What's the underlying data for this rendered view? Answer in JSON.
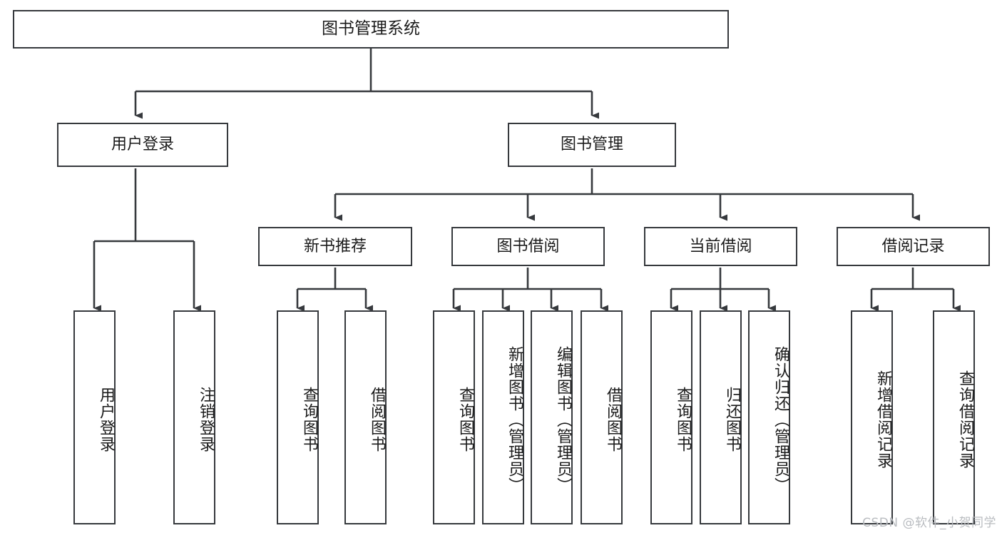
{
  "diagram": {
    "title": "图书管理系统",
    "type": "tree-hierarchy-chart",
    "background_color": "#ffffff",
    "border_color": "#36393d",
    "text_color": "#1b1b1b",
    "watermark": "CSDN @软件_小贺同学"
  },
  "nodes": {
    "root": {
      "label": "图书管理系统"
    },
    "level1": [
      {
        "label": "用户登录"
      },
      {
        "label": "图书管理"
      }
    ],
    "level2": [
      {
        "label": "新书推荐"
      },
      {
        "label": "图书借阅"
      },
      {
        "label": "当前借阅"
      },
      {
        "label": "借阅记录"
      }
    ],
    "leaves": {
      "user_login": [
        {
          "label": "用户登录"
        },
        {
          "label": "注销登录"
        }
      ],
      "new_book_recommend": [
        {
          "label": "查询图书"
        },
        {
          "label": "借阅图书"
        }
      ],
      "book_borrow": [
        {
          "label": "查询图书"
        },
        {
          "label": "新增图书（管理员）"
        },
        {
          "label": "编辑图书（管理员）"
        },
        {
          "label": "借阅图书"
        }
      ],
      "current_borrow": [
        {
          "label": "查询图书"
        },
        {
          "label": "归还图书"
        },
        {
          "label": "确认归还（管理员）"
        }
      ],
      "borrow_record": [
        {
          "label": "新增借阅记录"
        },
        {
          "label": "查询借阅记录"
        }
      ]
    }
  }
}
